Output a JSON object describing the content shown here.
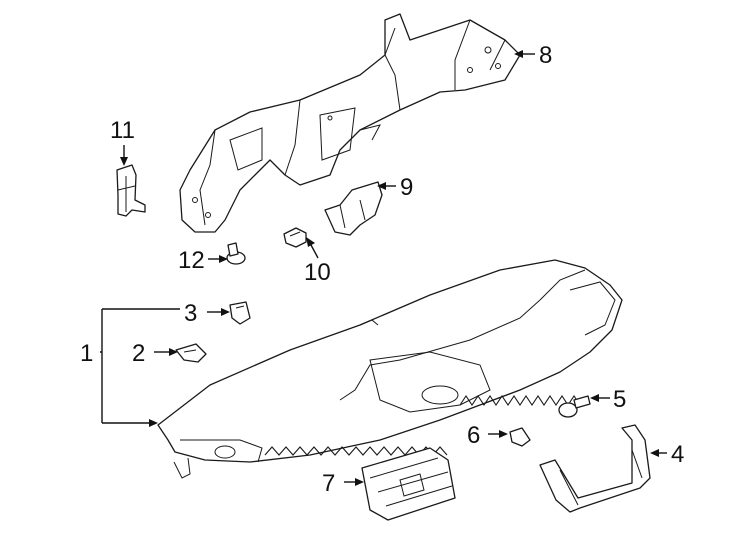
{
  "diagram": {
    "callouts": [
      {
        "id": "c1",
        "label": "1"
      },
      {
        "id": "c2",
        "label": "2"
      },
      {
        "id": "c3",
        "label": "3"
      },
      {
        "id": "c4",
        "label": "4"
      },
      {
        "id": "c5",
        "label": "5"
      },
      {
        "id": "c6",
        "label": "6"
      },
      {
        "id": "c7",
        "label": "7"
      },
      {
        "id": "c8",
        "label": "8"
      },
      {
        "id": "c9",
        "label": "9"
      },
      {
        "id": "c10",
        "label": "10"
      },
      {
        "id": "c11",
        "label": "11"
      },
      {
        "id": "c12",
        "label": "12"
      }
    ],
    "colors": {
      "ink": "#1a1a1a",
      "background": "#ffffff"
    }
  }
}
